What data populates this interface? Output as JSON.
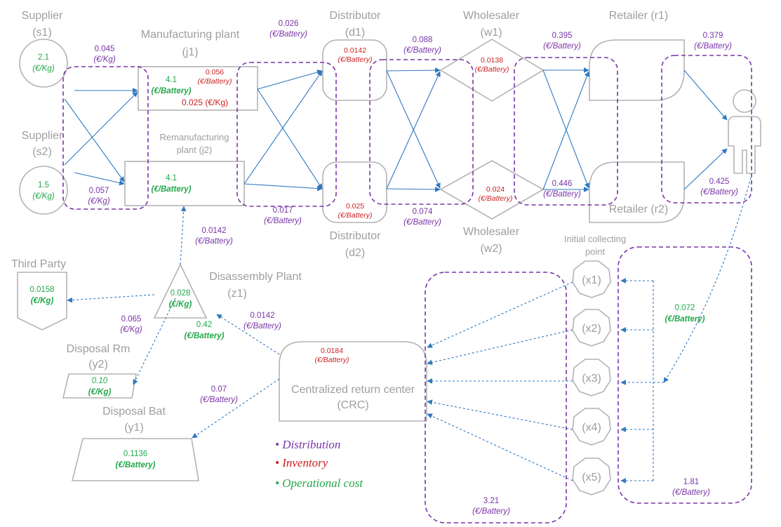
{
  "nodes": {
    "s1": [
      "Supplier",
      "(s1)"
    ],
    "s2": [
      "Supplier",
      "(s2)"
    ],
    "j1": [
      "Manufacturing plant",
      "(j1)"
    ],
    "j2": [
      "Remanufacturing",
      "plant (j2)"
    ],
    "d1": [
      "Distributor",
      "(d1)"
    ],
    "d2": [
      "Distributor",
      "(d2)"
    ],
    "w1": [
      "Wholesaler",
      "(w1)"
    ],
    "w2": [
      "Wholesaler",
      "(w2)"
    ],
    "r1": "Retailer (r1)",
    "r2": "Retailer (r2)",
    "icp": [
      "Initial collecting",
      "point"
    ],
    "x1": "(x1)",
    "x2": "(x2)",
    "x3": "(x3)",
    "x4": "(x4)",
    "x5": "(x5)",
    "third_party": "Third Party",
    "z1": [
      "Disassembly Plant",
      "(z1)"
    ],
    "y2": "Disposal Rm",
    "y2_id": "(y2)",
    "y1": "Disposal Bat",
    "y1_id": "(y1)",
    "crc": [
      "Centralized return center",
      "(CRC)"
    ]
  },
  "units": {
    "kg": "(€/Kg)",
    "battery": "(€/Battery)"
  },
  "distribution": {
    "s1_j": "0.045",
    "s2_j": "0.057",
    "j_d_top": "0.026",
    "j_d_bottom": "0.017",
    "d_w_top": "0.088",
    "d_w_bottom": "0.074",
    "w_r_top": "0.395",
    "w_r_bottom": "0.446",
    "r_cust_top": "0.379",
    "r_cust_bottom": "0.425",
    "z1_j2": "0.0142",
    "z1_y2": "0.065",
    "crc_z1": "0.0142",
    "crc_y1": "0.07",
    "x_crc": "3.21",
    "cust_x": "1.81"
  },
  "inventory": {
    "j1_battery": "0.056",
    "j1_kg": "0.025 (€/Kg)",
    "d1": "0.0142",
    "d2": "0.025",
    "w1": "0.0138",
    "w2": "0.024",
    "crc": "0.0184"
  },
  "operational": {
    "s1": "2.1",
    "s2": "1.5",
    "j1": "4.1",
    "j2": "4.1",
    "third_party": "0.0158",
    "z1": "0.028",
    "z1_extra": "0.42",
    "y2": "0.10",
    "y1": "0.1136",
    "collect": "0.072"
  },
  "legend": {
    "distribution": "• Distribution",
    "inventory": "• Inventory",
    "operational": "• Operational cost"
  },
  "colors": {
    "distribution": "#7a35a8",
    "inventory": "#cc1f1f",
    "operational": "#22a84a",
    "arrow": "#2e78c2",
    "node": "#b3b3b3"
  }
}
